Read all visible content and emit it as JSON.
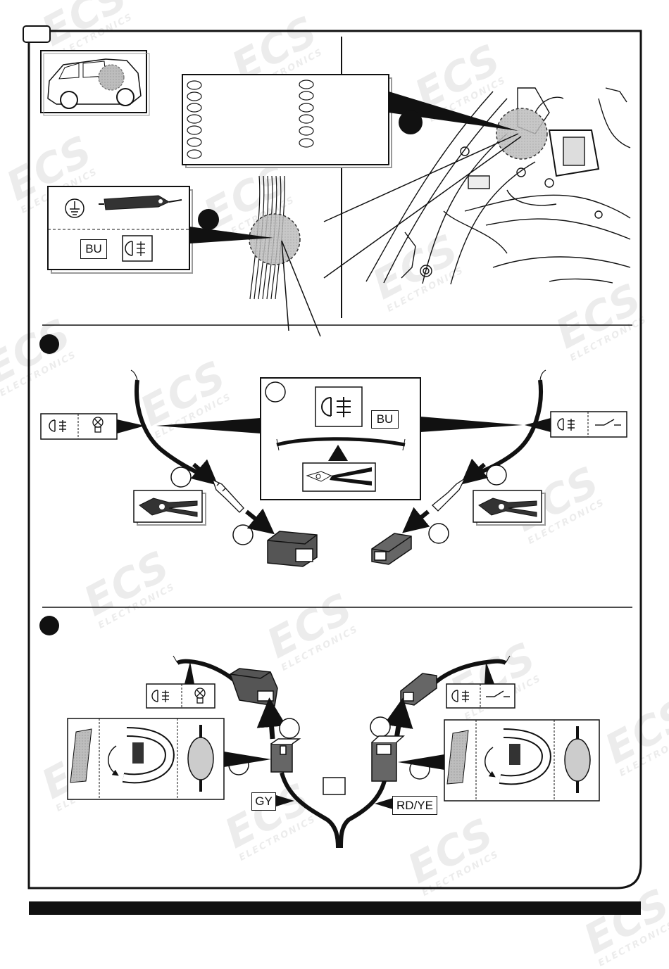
{
  "diagram": {
    "step1_label": "BU",
    "step2_label": "BU",
    "step3_left_label": "GY",
    "step3_right_label": "RD/YE"
  },
  "watermark": {
    "logo": "ECS",
    "sub": "ELECTRONICS"
  },
  "icons": [
    "fog-lamp-icon",
    "bulb-icon",
    "ground-icon",
    "switch-icon",
    "test-lamp-icon",
    "crimp-tool-icon",
    "cutter-icon",
    "connector-icon",
    "heat-shrink-icon"
  ],
  "colors": {
    "ink": "#111111",
    "fill": "#ffffff",
    "area": "#bbbbbb"
  }
}
